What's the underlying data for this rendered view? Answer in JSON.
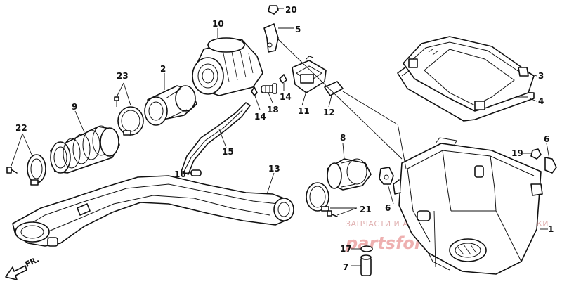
{
  "callouts": {
    "p1": "1",
    "p2": "2",
    "p3": "3",
    "p4": "4",
    "p5": "5",
    "p6a": "6",
    "p6b": "6",
    "p7": "7",
    "p8": "8",
    "p9": "9",
    "p10": "10",
    "p11": "11",
    "p12": "12",
    "p13": "13",
    "p14a": "14",
    "p14b": "14",
    "p15": "15",
    "p16": "16",
    "p17": "17",
    "p18": "18",
    "p19": "19",
    "p20": "20",
    "p21": "21",
    "p22": "22",
    "p23": "23"
  },
  "direction_label": "FR.",
  "watermark": {
    "caption": "ЗАПЧАСТИ И АКСЕССУАРЫ ДЛЯ МОТОТЕХНИКИ",
    "logo": "partsformoto.ru"
  }
}
